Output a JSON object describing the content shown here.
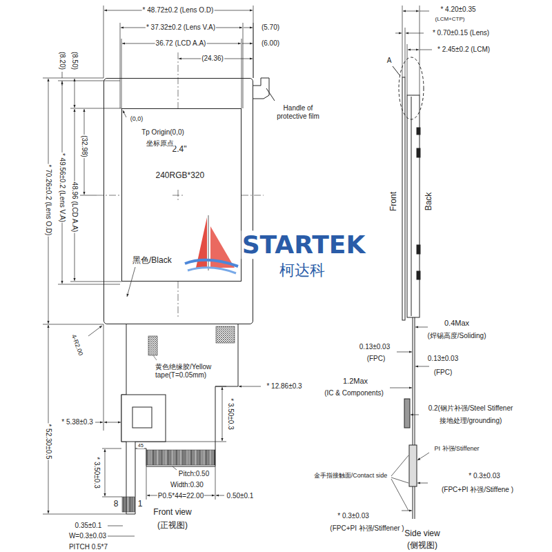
{
  "diagram": {
    "nodes": [
      {
        "text": [
          "黑色/Black"
        ]
      },
      {
        "text": [
          "2.4\"",
          "240RGB*320"
        ],
        "in": 0
      }
    ],
    "labels": [
      "* 48.72±0.2 (Lens O.D)",
      "* 37.32±0.2 (Lens V.A)",
      "(5.70)",
      "36.72 (LCD A.A)",
      "(6.00)",
      "(24.36)",
      "(8.50)",
      "(8.20)",
      "(32.98)",
      "48.96 (LCD A.A)",
      "* 49.56±0.2 (Lens V.A)",
      "* 70.26±0.2 (Lens O.D)",
      "(0,0)",
      "Tp Origin(0,0)",
      "坐标原点",
      "Handle of protective film",
      "4-R2.00",
      "黄色绝缘胶/Yellow tape(T=0.05mm)",
      "* 12.86±0.3",
      "* 52.30±0.5",
      "* 5.38±0.3",
      "* 3.50±0.3",
      "* 3.50±0.3",
      "45",
      "Pitch:0.50",
      "Width:0.30",
      "P0.5*44=22.00",
      "0.50±0.1",
      "8",
      "1",
      "Front view",
      "(正视图)",
      "0.35±0.1",
      "W=0.3±0.03",
      "PITCH 0.5*7",
      "STARTEK",
      "柯达科",
      "* 4.20±0.35",
      "(LCM+CTP)",
      "* 0.70±0.15 (Lens)",
      "* 2.45±0.2 (LCM)",
      "A",
      "Front",
      "Back",
      "0.4Max",
      "(焊锡高度/Soliding)",
      "0.13±0.03",
      "(FPC)",
      "0.13±0.03",
      "(FPC)",
      "1.2Max",
      "(IC & Components)",
      "0.2(钢片补强/Steel Stiffener",
      "接地处理/grounding)",
      "PI 补强/Stiffener",
      "金手指接触面/Contact side",
      "* 0.3±0.03",
      "(FPC+PI 补强/Stiffene )",
      "* 0.3±0.03",
      "(FPC+PI 补强/Stiffener )",
      "Side view",
      "(侧视图)"
    ]
  }
}
